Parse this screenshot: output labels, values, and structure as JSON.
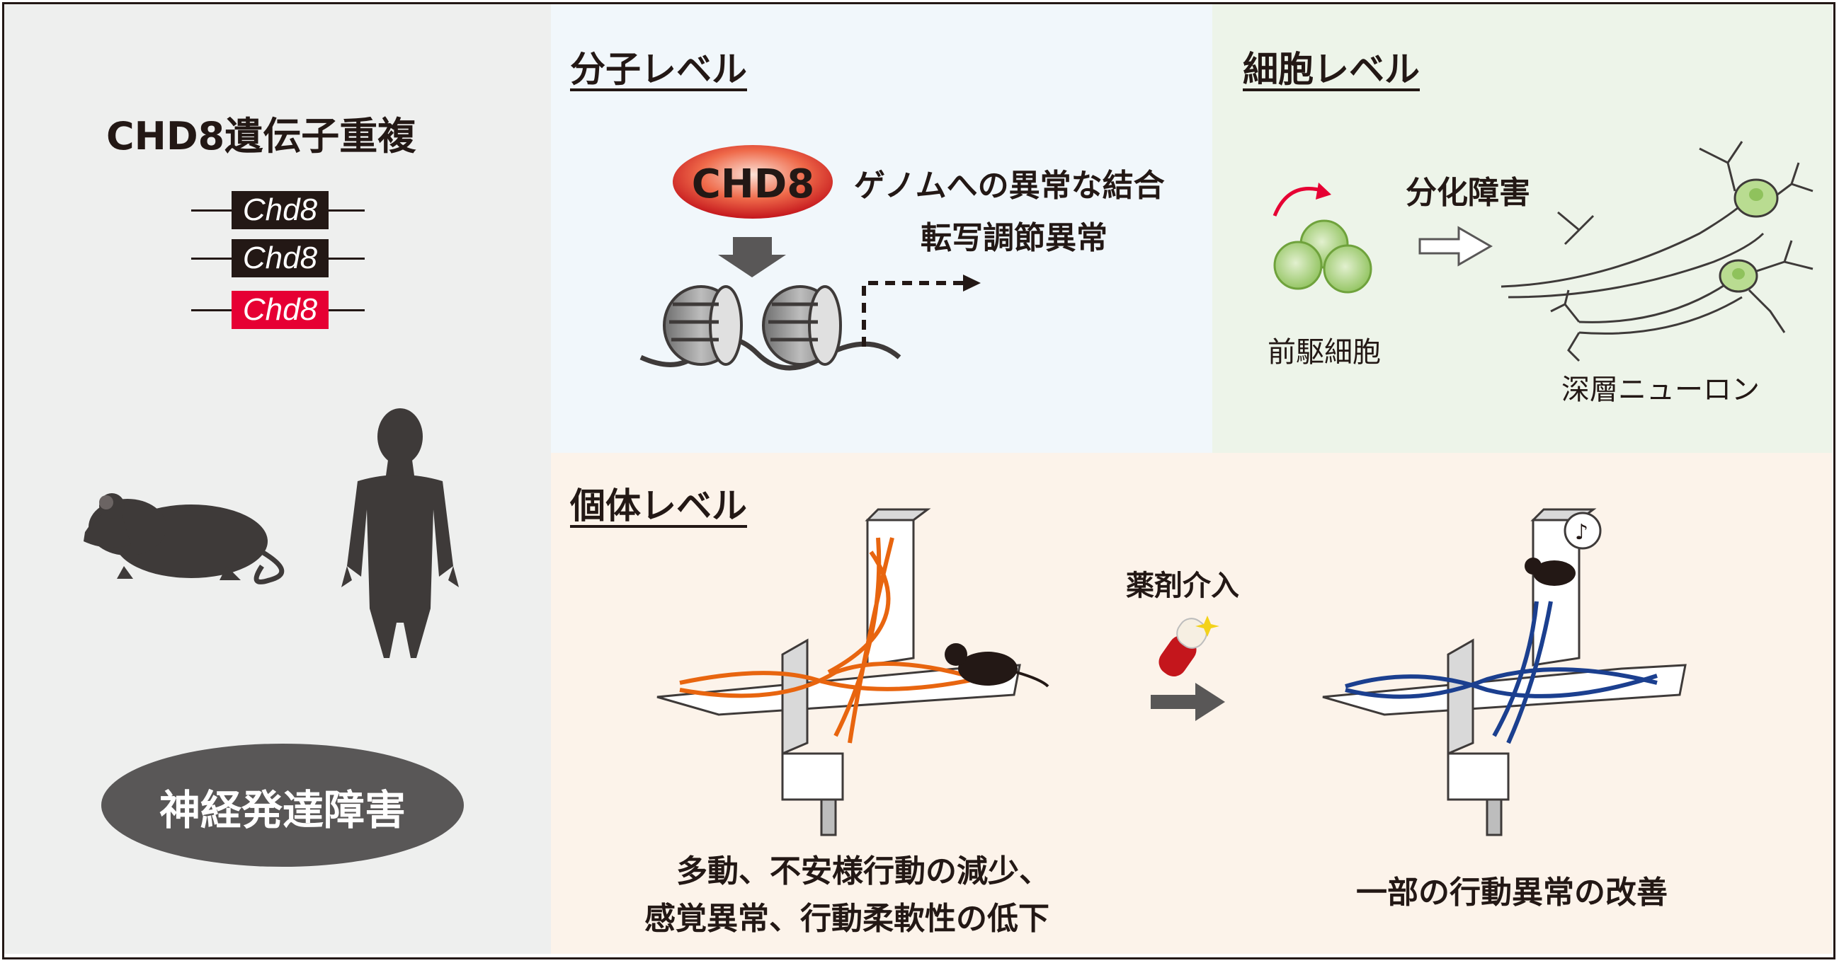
{
  "left": {
    "title": "CHD8遺伝子重複",
    "genes": [
      "Chd8",
      "Chd8",
      "Chd8"
    ],
    "gene_colors": [
      "#231815",
      "#231815",
      "#e60033"
    ],
    "disorder": "神経発達障害"
  },
  "molecular": {
    "title": "分子レベル",
    "protein": "CHD8",
    "line1": "ゲノムへの異常な結合",
    "line2": "転写調節異常"
  },
  "cellular": {
    "title": "細胞レベル",
    "process": "分化障害",
    "progenitor": "前駆細胞",
    "neuron": "深層ニューロン"
  },
  "individual": {
    "title": "個体レベル",
    "intervention": "薬剤介入",
    "before_line1": "多動、不安様行動の減少、",
    "before_line2": "感覚異常、行動柔軟性の低下",
    "after": "一部の行動異常の改善"
  },
  "colors": {
    "left_bg": "#eeefee",
    "molecular_bg": "#f1f7fb",
    "cellular_bg": "#edf4e9",
    "individual_bg": "#fcf3ea",
    "orange_path": "#e8650f",
    "blue_path": "#1b3f8f",
    "red": "#e60033",
    "cell_green": "#9ccb6a"
  },
  "icons": [
    "mouse-icon",
    "human-icon",
    "nucleosome-icon",
    "progenitor-cells-icon",
    "neuron-icon",
    "cross-maze-icon",
    "drug-capsule-icon",
    "music-note-icon"
  ]
}
